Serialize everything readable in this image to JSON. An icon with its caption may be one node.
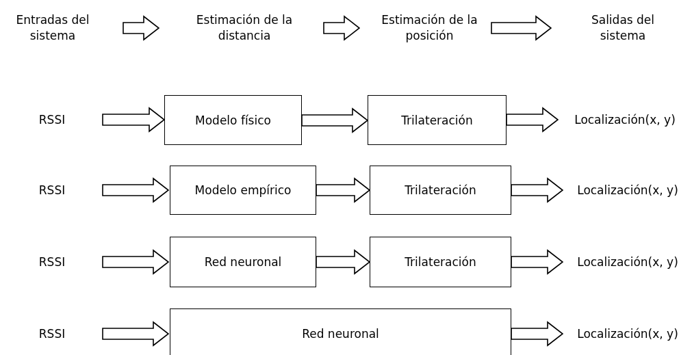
{
  "diagram": {
    "nodes": [
      {
        "text": [
          "Entradas del sistema"
        ]
      },
      {
        "text": [
          "Estimación de la distancia"
        ]
      },
      {
        "text": [
          "Estimación de la posición"
        ]
      },
      {
        "text": [
          "Salidas del sistema"
        ]
      },
      {
        "text": [
          "RSSI"
        ]
      },
      {
        "text": [
          "Modelo físico"
        ]
      },
      {
        "text": [
          "Trilateración"
        ]
      },
      {
        "text": [
          "Localización(x, y)"
        ]
      },
      {
        "text": [
          "RSSI"
        ]
      },
      {
        "text": [
          "Modelo empírico"
        ]
      },
      {
        "text": [
          "Trilateración"
        ]
      },
      {
        "text": [
          "Localización(x, y)"
        ]
      },
      {
        "text": [
          "RSSI"
        ]
      },
      {
        "text": [
          "Red neuronal"
        ]
      },
      {
        "text": [
          "Trilateración"
        ]
      },
      {
        "text": [
          "Localización(x, y)"
        ]
      },
      {
        "text": [
          "RSSI"
        ]
      },
      {
        "text": [
          "Red neuronal"
        ]
      },
      {
        "text": [
          "Localización(x, y)"
        ]
      }
    ],
    "edges": [
      {
        "from": 0,
        "to": 1,
        "arrow": "to"
      },
      {
        "from": 1,
        "to": 2,
        "arrow": "to"
      },
      {
        "from": 2,
        "to": 3,
        "arrow": "to"
      },
      {
        "from": 4,
        "to": 5,
        "arrow": "to"
      },
      {
        "from": 5,
        "to": 6,
        "arrow": "to"
      },
      {
        "from": 6,
        "to": 7,
        "arrow": "to"
      },
      {
        "from": 8,
        "to": 9,
        "arrow": "to"
      },
      {
        "from": 9,
        "to": 10,
        "arrow": "to"
      },
      {
        "from": 10,
        "to": 11,
        "arrow": "to"
      },
      {
        "from": 12,
        "to": 13,
        "arrow": "to"
      },
      {
        "from": 13,
        "to": 14,
        "arrow": "to"
      },
      {
        "from": 14,
        "to": 15,
        "arrow": "to"
      },
      {
        "from": 16,
        "to": 17,
        "arrow": "to"
      },
      {
        "from": 17,
        "to": 18,
        "arrow": "to"
      }
    ]
  }
}
